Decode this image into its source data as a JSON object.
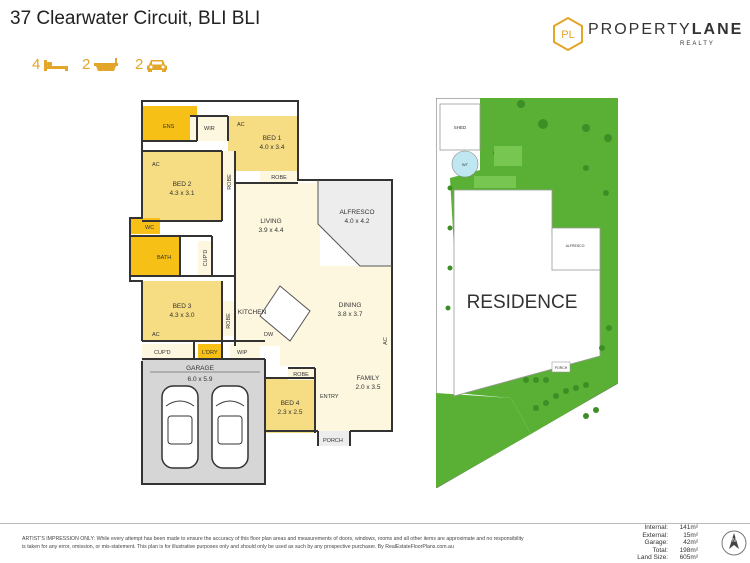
{
  "title": "37 Clearwater Circuit, BLI BLI",
  "logo": {
    "brand_bold": "PROPERTY",
    "brand_light": "LANE",
    "sub": "REALTY",
    "mark": "PL"
  },
  "features": {
    "bedrooms": "4",
    "bathrooms": "2",
    "garage": "2"
  },
  "colors": {
    "accent": "#e3a52a",
    "bedroom": "#f6dc82",
    "living": "#fdf7df",
    "wet": "#f6c017",
    "garage": "#d6d6d6",
    "lawn": "#5ab034"
  },
  "rooms": {
    "ens": "ENS",
    "wir": "WIR",
    "ac1": "AC",
    "bed1": {
      "name": "BED 1",
      "dim": "4.0 x 3.4"
    },
    "ac2": "AC",
    "bed2": {
      "name": "BED 2",
      "dim": "4.3 x 3.1"
    },
    "robe1": "ROBE",
    "robe2": "ROBE",
    "alfresco": {
      "name": "ALFRESCO",
      "dim": "4.0 x 4.2"
    },
    "living": {
      "name": "LIVING",
      "dim": "3.9 x 4.4"
    },
    "wc": "WC",
    "bath": "BATH",
    "cupd1": "CUP'D",
    "bed3": {
      "name": "BED 3",
      "dim": "4.3 x 3.0"
    },
    "robe3": "ROBE",
    "kitchen": "KITCHEN",
    "dw": "DW",
    "dining": {
      "name": "DINING",
      "dim": "3.8 x 3.7"
    },
    "ac3": "AC",
    "ac4": "AC",
    "cupd2": "CUP'D",
    "ldry": "L'DRY",
    "wip": "WIP",
    "garage": {
      "name": "GARAGE",
      "dim": "6.0 x 5.9"
    },
    "robe4": "ROBE",
    "bed4": {
      "name": "BED 4",
      "dim": "2.3 x 2.5"
    },
    "entry": "ENTRY",
    "family": {
      "name": "FAMILY",
      "dim": "2.0 x 3.5"
    },
    "porch": "PORCH"
  },
  "site": {
    "residence": "RESIDENCE",
    "shed": "SHED",
    "wt": "WT",
    "alfresco": "ALFRESCO",
    "porch": "PORCH"
  },
  "disclaimer": {
    "line1": "ARTIST'S IMPRESSION ONLY: While every attempt has been made to ensure the accuracy of this floor plan areas and measurements of doors, windows, rooms and all other items are approximate and no responsibility",
    "line2": "is taken for any error, omission, or mis-statement. This plan is for illustrative purposes only and should only be used as such by any prospective purchaser. By RealEstateFloorPlans.com.au"
  },
  "areas": [
    {
      "label": "Internal:",
      "value": "141m²"
    },
    {
      "label": "External:",
      "value": "15m²"
    },
    {
      "label": "Garage:",
      "value": "42m²"
    },
    {
      "label": "Total:",
      "value": "198m²"
    },
    {
      "label": "Land Size:",
      "value": "605m²"
    }
  ],
  "compass": "N"
}
